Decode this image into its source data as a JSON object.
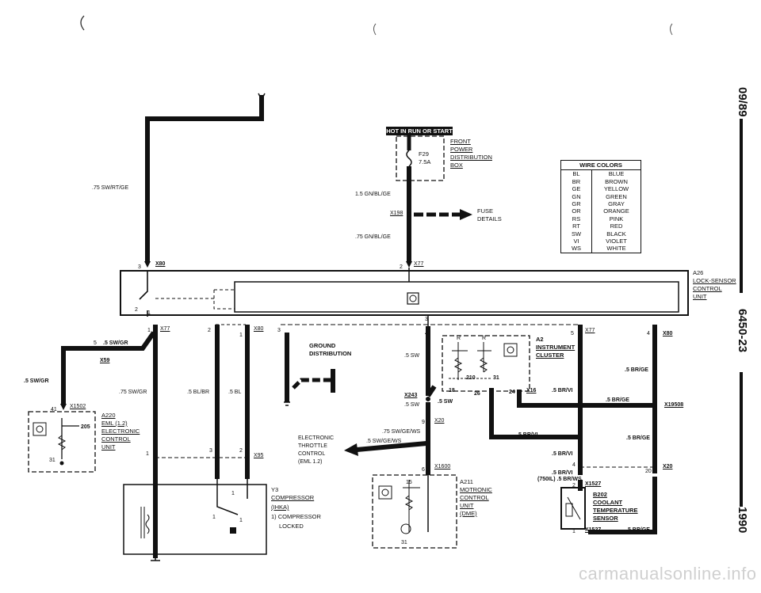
{
  "hot_label": "HOT IN RUN OR START",
  "fuse_box": {
    "fuse": "F29",
    "amp": "7.5A",
    "name": [
      "FRONT",
      "POWER",
      "DISTRIBUTION",
      "BOX"
    ]
  },
  "fuse_details": [
    "FUSE",
    "DETAILS"
  ],
  "wires": {
    "w_gnblge_15": "1.5 GN/BL/GE",
    "w_gnblge_075": ".75 GN/BL/GE",
    "w_swrtge": ".75 SW/RT/GE",
    "w_swgr_5": ".5 SW/GR",
    "w_swgr_5b": ".5 SW/GR",
    "w_swgr_75": ".75 SW/GR",
    "w_blbr": ".5 BL/BR",
    "w_bl": ".5 BL",
    "w_sw": ".5 SW",
    "w_sw2": ".5 SW",
    "w_sw3": ".5 SW",
    "w_swgews1": ".75 SW/GE/WS",
    "w_swgews2": ".5 SW/GE/WS",
    "w_brvi1": ".5 BR/VI",
    "w_brvi2": ".5 BR/VI",
    "w_brvi3": ".5 BR/VI",
    "w_brvi4": ".5 BR/VI",
    "w_brvi5": "(750IL) .5 BR/WS",
    "w_brge1": ".5 BR/GE",
    "w_brge2": ".5 BR/GE",
    "w_brge3": ".5 BR/GE",
    "w_brge4": ".5 BR/GE"
  },
  "connectors": {
    "x198": "X198",
    "x77a": "X77",
    "x80a": "X80",
    "x77b": "X77",
    "x80b": "X80",
    "x80c": "X80",
    "x77c": "X77",
    "x80d": "X80",
    "x59": "X59",
    "x1502": "X1502",
    "x95": "X95",
    "x243": "X243",
    "x20a": "X20",
    "x16": "X16",
    "x19508": "X19508",
    "x20b": "X20",
    "x1600": "X1600",
    "x1527a": "X1527",
    "x1527b": "X1527"
  },
  "pins": {
    "p3a": "3",
    "p2a": "2",
    "p1a": "1",
    "p2b": "2",
    "p1b": "1",
    "p2c": "2",
    "p1c": "1",
    "p3b": "3",
    "p3c": "3",
    "p4a": "4",
    "p5a": "5",
    "p4b": "4",
    "p5b": "5",
    "p41": "41",
    "p205": "205",
    "p31a": "31",
    "p1d": "1",
    "p3d": "3",
    "p2d": "2",
    "p9": "9",
    "p18": "18",
    "p26": "26",
    "p24": "24",
    "p210": "210",
    "p31b": "31",
    "p6": "6",
    "p15": "15",
    "p31c": "31",
    "p4c": "4",
    "p20": "20",
    "p2e": "2",
    "p1e": "1",
    "p1f": "1"
  },
  "components": {
    "a26": [
      "A26",
      "LOCK-SENSOR",
      "CONTROL",
      "UNIT"
    ],
    "a2": [
      "A2",
      "INSTRUMENT",
      "CLUSTER"
    ],
    "a220": [
      "A220",
      "EML (1.2)",
      "ELECTRONIC",
      "CONTROL",
      "UNIT"
    ],
    "ground": [
      "GROUND",
      "DISTRIBUTION"
    ],
    "etc": [
      "ELECTRONIC",
      "THROTTLE",
      "CONTROL",
      "(EML 1.2)"
    ],
    "y3": [
      "Y3",
      "COMPRESSOR",
      "(IHKA)",
      "1) COMPRESSOR",
      "LOCKED"
    ],
    "a211": [
      "A211",
      "MOTRONIC",
      "CONTROL",
      "UNIT",
      "(DME)"
    ],
    "b202": [
      "B202",
      "COOLANT",
      "TEMPERATURE",
      "SENSOR"
    ]
  },
  "wire_colors": {
    "title": "WIRE COLORS",
    "rows": [
      [
        "BL",
        "BLUE"
      ],
      [
        "BR",
        "BROWN"
      ],
      [
        "GE",
        "YELLOW"
      ],
      [
        "GN",
        "GREEN"
      ],
      [
        "GR",
        "GRAY"
      ],
      [
        "OR",
        "ORANGE"
      ],
      [
        "RS",
        "PINK"
      ],
      [
        "RT",
        "RED"
      ],
      [
        "SW",
        "BLACK"
      ],
      [
        "VI",
        "VIOLET"
      ],
      [
        "WS",
        "WHITE"
      ]
    ]
  },
  "side_text": {
    "date": "09/89",
    "page": "6450-23",
    "year": "1990"
  },
  "marks": {
    "r1": "R",
    "r2": "R",
    "one_a": "1",
    "one_b": "1"
  },
  "watermark": "carmanualsonline.info"
}
